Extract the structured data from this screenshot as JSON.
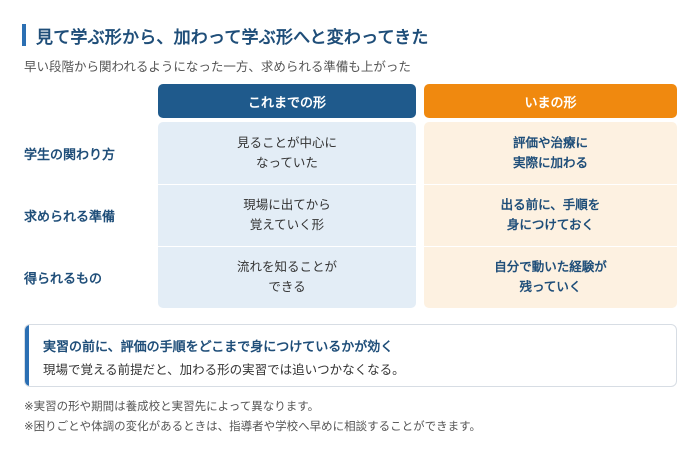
{
  "title": "見て学ぶ形から、加わって学ぶ形へと変わってきた",
  "subtitle": "早い段階から関われるようになった一方、求められる準備も上がった",
  "columns": {
    "before": "これまでの形",
    "now": "いまの形"
  },
  "rows": [
    {
      "label": "学生の関わり方",
      "before": "見ることが中心に\nなっていた",
      "now": "評価や治療に\n実際に加わる"
    },
    {
      "label": "求められる準備",
      "before": "現場に出てから\n覚えていく形",
      "now": "出る前に、手順を\n身につけておく"
    },
    {
      "label": "得られるもの",
      "before": "流れを知ることが\nできる",
      "now": "自分で動いた経験が\n残っていく"
    }
  ],
  "callout": {
    "heading": "実習の前に、評価の手順をどこまで身につけているかが効く",
    "body": "現場で覚える前提だと、加わる形の実習では追いつかなくなる。"
  },
  "notes": [
    "※実習の形や期間は養成校と実習先によって異なります。",
    "※困りごとや体調の変化があるときは、指導者や学校へ早めに相談することができます。"
  ],
  "colors": {
    "accent_blue": "#1f5a8c",
    "accent_orange": "#f0890f",
    "panel_blue": "#e3edf6",
    "panel_orange": "#fdf1e1"
  }
}
